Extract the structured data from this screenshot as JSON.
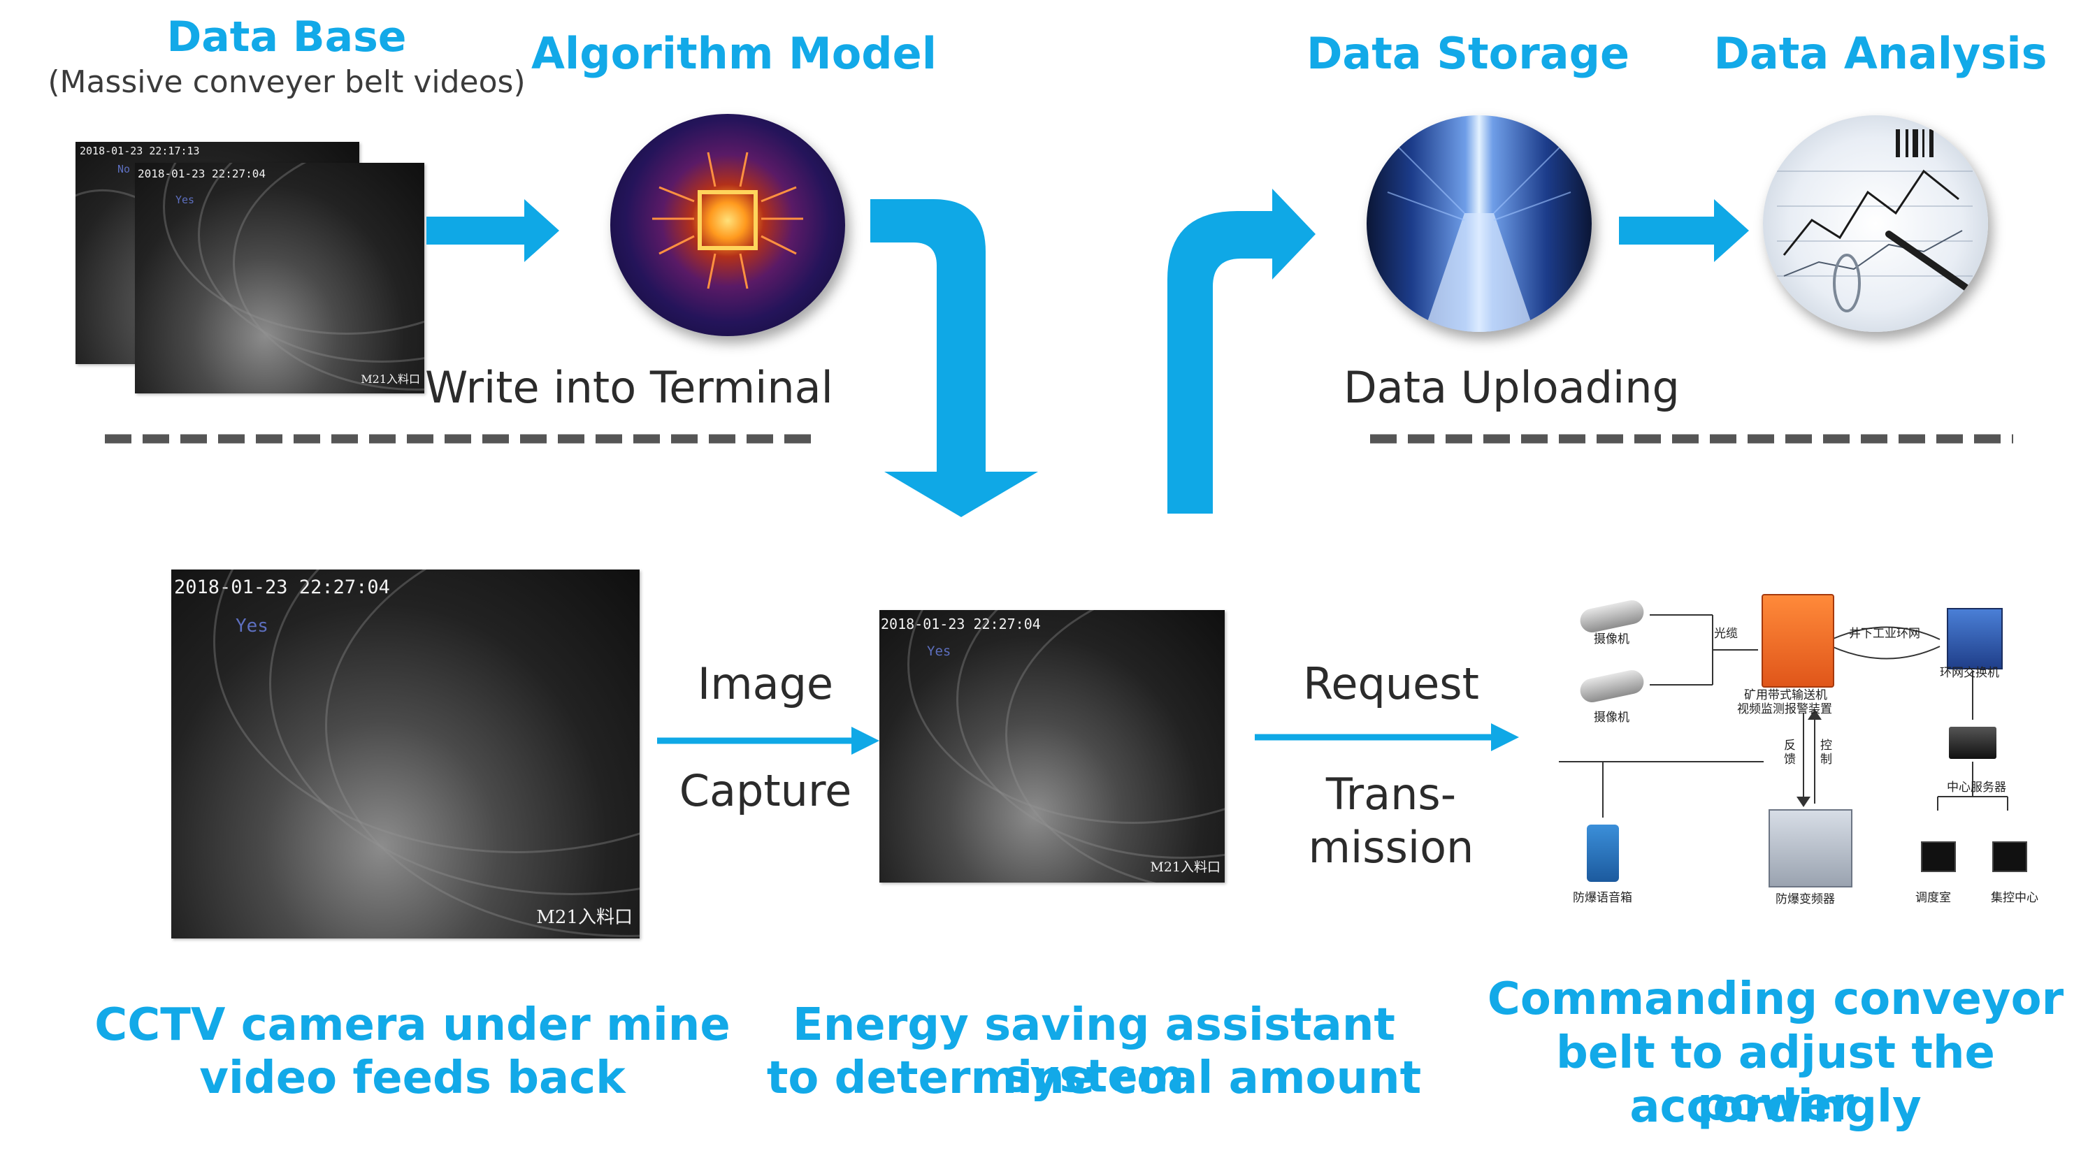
{
  "top": {
    "database_title": "Data Base",
    "database_sub": "(Massive conveyer belt videos)",
    "algorithm_title": "Algorithm Model",
    "storage_title": "Data Storage",
    "analysis_title": "Data Analysis",
    "write_label": "Write into Terminal",
    "upload_label": "Data Uploading"
  },
  "frames": {
    "back_timestamp": "2018-01-23 22:17:13",
    "back_overlay": "No",
    "timestamp": "2018-01-23 22:27:04",
    "overlay": "Yes",
    "location": "M21入料口"
  },
  "middle": {
    "capture_line1": "Image",
    "capture_line2": "Capture",
    "request_line1": "Request",
    "request_line2": "Trans-",
    "request_line3": "mission"
  },
  "network": {
    "camera1": "摄像机",
    "camera2": "摄像机",
    "fiber": "光缆",
    "ring_network": "井下工业环网",
    "device_main_line1": "矿用带式输送机",
    "device_main_line2": "视频监测报警装置",
    "ring_switch": "环网交换机",
    "feedback_line1": "反",
    "feedback_line2": "馈",
    "control_line1": "控",
    "control_line2": "制",
    "central_server": "中心服务器",
    "speaker_box": "防爆语音箱",
    "inverter": "防爆变频器",
    "dispatch_room": "调度室",
    "control_center": "集控中心"
  },
  "bottom": {
    "cctv_line1": "CCTV camera under mine",
    "cctv_line2": "video feeds back",
    "energy_line1": "Energy saving assistant system",
    "energy_line2": "to determine coal amount",
    "command_line1": "Commanding conveyor",
    "command_line2": "belt to adjust the power",
    "command_line3": "accordingly"
  },
  "colors": {
    "accent_blue": "#12a9e8",
    "arrow_blue": "#0fa8e6",
    "dash_gray": "#555555"
  }
}
